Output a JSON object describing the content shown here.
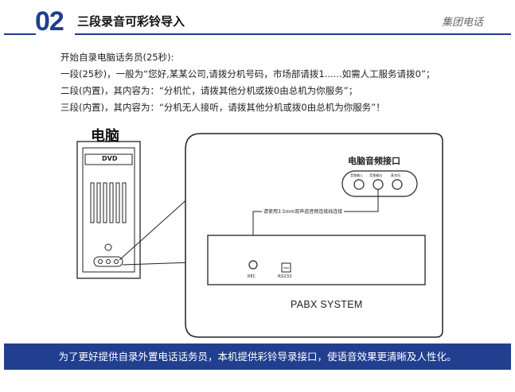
{
  "header": {
    "number": "02",
    "title": "三段录音可彩铃导入",
    "corner": "集团电话"
  },
  "description": {
    "lines": [
      "开始自录电脑话务员(25秒):",
      "一段(25秒)，一般为“您好,某某公司,请拨分机号码，市场部请拨1......如需人工服务请拨0”；",
      "二段(内置)，其内容为：“分机忙，请拨其他分机或拨0由总机为你服务”；",
      "三段(内置)，其内容为：“分机无人接听，请拨其他分机或拨0由总机为你服务”！"
    ]
  },
  "diagram": {
    "pc_label": "电脑",
    "dvd_label": "DVD",
    "audio_port_label": "电脑音频接口",
    "audio_jacks": [
      "音频输入",
      "音频输出",
      "麦克风"
    ],
    "cable_note": "请使用3.5mm双声道音频连接线连接",
    "rec_label": "REC",
    "rs232_label": "RS232",
    "system_label": "PABX SYSTEM"
  },
  "footer": {
    "text": "为了更好提供自录外置电话话务员，本机提供彩铃导录接口，使语音效果更清晰及人性化。"
  }
}
